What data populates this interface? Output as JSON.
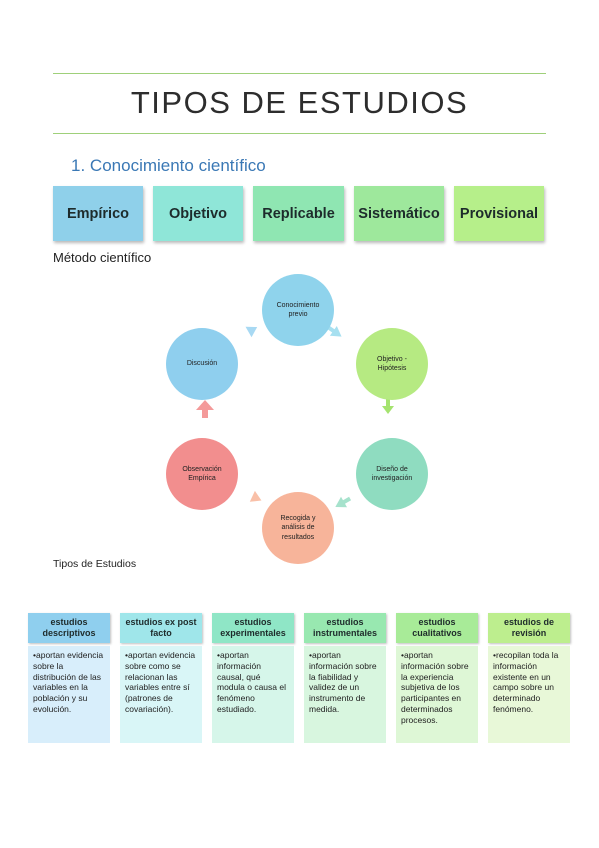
{
  "title": "TIPOS DE ESTUDIOS",
  "section_number": "1.",
  "section_title": "Conocimiento científico",
  "knowledge_tags": [
    {
      "label": "Empírico",
      "color": "#8fd0ea"
    },
    {
      "label": "Objetivo",
      "color": "#8fe6d8"
    },
    {
      "label": "Replicable",
      "color": "#8fe6b2"
    },
    {
      "label": "Sistemático",
      "color": "#9ee89c"
    },
    {
      "label": "Provisional",
      "color": "#b6ef8a"
    }
  ],
  "method_label": "Método científico",
  "cycle_steps": [
    {
      "label": "Conocimiento previo",
      "color": "#8fd3ec"
    },
    {
      "label": "Objetivo - Hipótesis",
      "color": "#b6ea82"
    },
    {
      "label": "Diseño de investigación",
      "color": "#8fdcc0"
    },
    {
      "label": "Recogida y análisis de resultados",
      "color": "#f7b49a"
    },
    {
      "label": "Observación Empírica",
      "color": "#f28e8e"
    },
    {
      "label": "Discusión",
      "color": "#8fcfee"
    }
  ],
  "tipos_label": "Tipos de Estudios",
  "study_types": [
    {
      "head": "estudios descriptivos",
      "head_color": "#8fcfee",
      "body_color": "#d8eefb",
      "text": "aportan evidencia sobre la distribución de las variables en la población y su evolución."
    },
    {
      "head": "estudios ex post facto",
      "head_color": "#9fe6ea",
      "body_color": "#d9f6f7",
      "text": "aportan evidencia sobre como se relacionan las variables entre sí (patrones de covariación)."
    },
    {
      "head": "estudios experimentales",
      "head_color": "#8fe6c6",
      "body_color": "#d6f6ea",
      "text": "aportan información causal, qué modula o causa el fenómeno estudiado."
    },
    {
      "head": "estudios instrumentales",
      "head_color": "#98e8b0",
      "body_color": "#d8f6df",
      "text": "aportan información sobre la fiabilidad y validez de un instrumento de medida."
    },
    {
      "head": "estudios cualitativos",
      "head_color": "#a8eb98",
      "body_color": "#def7d6",
      "text": "aportan información sobre la experiencia subjetiva de los participantes en determinados procesos."
    },
    {
      "head": "estudios de revisión",
      "head_color": "#bdee8e",
      "body_color": "#e8f8d8",
      "text": "recopilan toda la información existente en un campo sobre un determinado fenómeno."
    }
  ],
  "colors": {
    "rule": "#9fd07a",
    "section": "#3a78b5"
  }
}
